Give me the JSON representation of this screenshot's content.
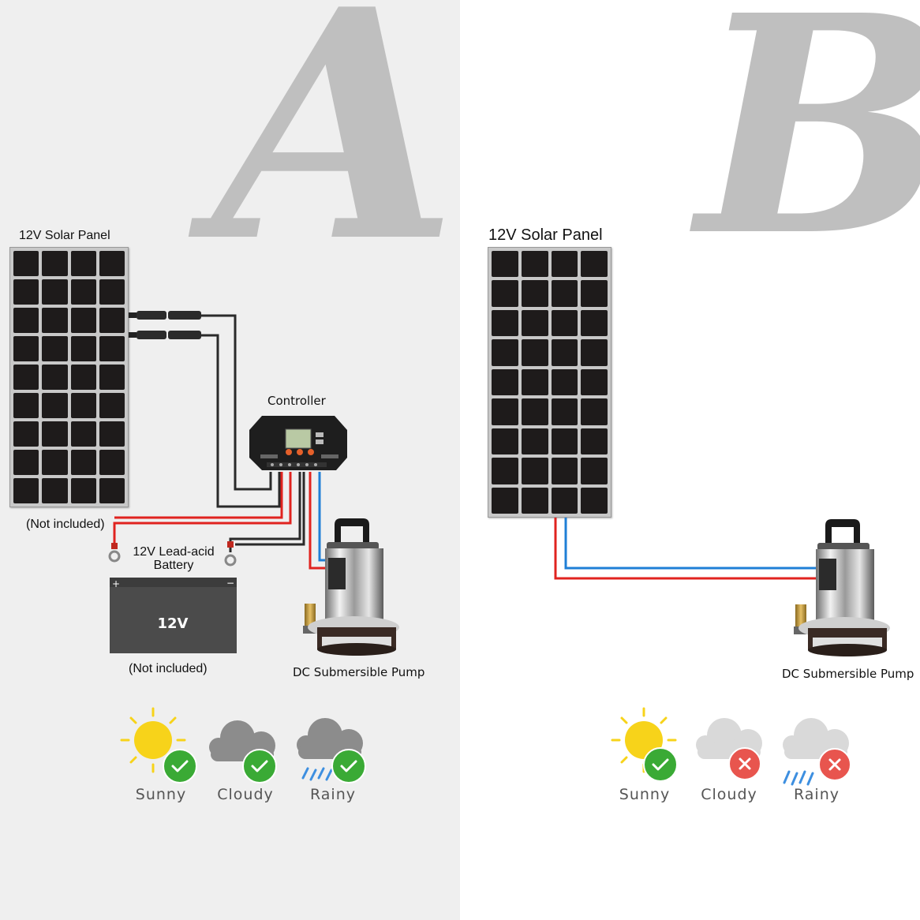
{
  "left": {
    "letter": "A",
    "panel_label": "12V Solar Panel",
    "panel_note": "(Not included)",
    "controller_label": "Controller",
    "battery_label_line1": "12V Lead-acid",
    "battery_label_line2": "Battery",
    "battery_voltage": "12V",
    "battery_plus": "+",
    "battery_minus": "−",
    "battery_note": "(Not included)",
    "pump_label": "DC Submersible Pump",
    "weather": [
      {
        "label": "Sunny",
        "icon": "sun-icon",
        "status": "check-icon"
      },
      {
        "label": "Cloudy",
        "icon": "cloud-icon",
        "status": "check-icon"
      },
      {
        "label": "Rainy",
        "icon": "rain-cloud-icon",
        "status": "check-icon"
      }
    ]
  },
  "right": {
    "letter": "B",
    "panel_label": "12V Solar Panel",
    "pump_label": "DC Submersible Pump",
    "weather": [
      {
        "label": "Sunny",
        "icon": "sun-icon",
        "status": "check-icon"
      },
      {
        "label": "Cloudy",
        "icon": "cloud-icon",
        "status": "cross-icon"
      },
      {
        "label": "Rainy",
        "icon": "rain-cloud-icon",
        "status": "cross-icon"
      }
    ]
  },
  "colors": {
    "wire_red": "#e0231f",
    "wire_blue": "#1f7fd6",
    "wire_black": "#2a2a2a",
    "check_green": "#3aaa35",
    "cross_red": "#e8554e",
    "sun_yellow": "#f7d31a",
    "cloud_dark": "#8c8c8c",
    "cloud_light": "#d9d9d9",
    "rain_blue": "#3d8fe0",
    "letter_gray": "#bfbfbf"
  }
}
